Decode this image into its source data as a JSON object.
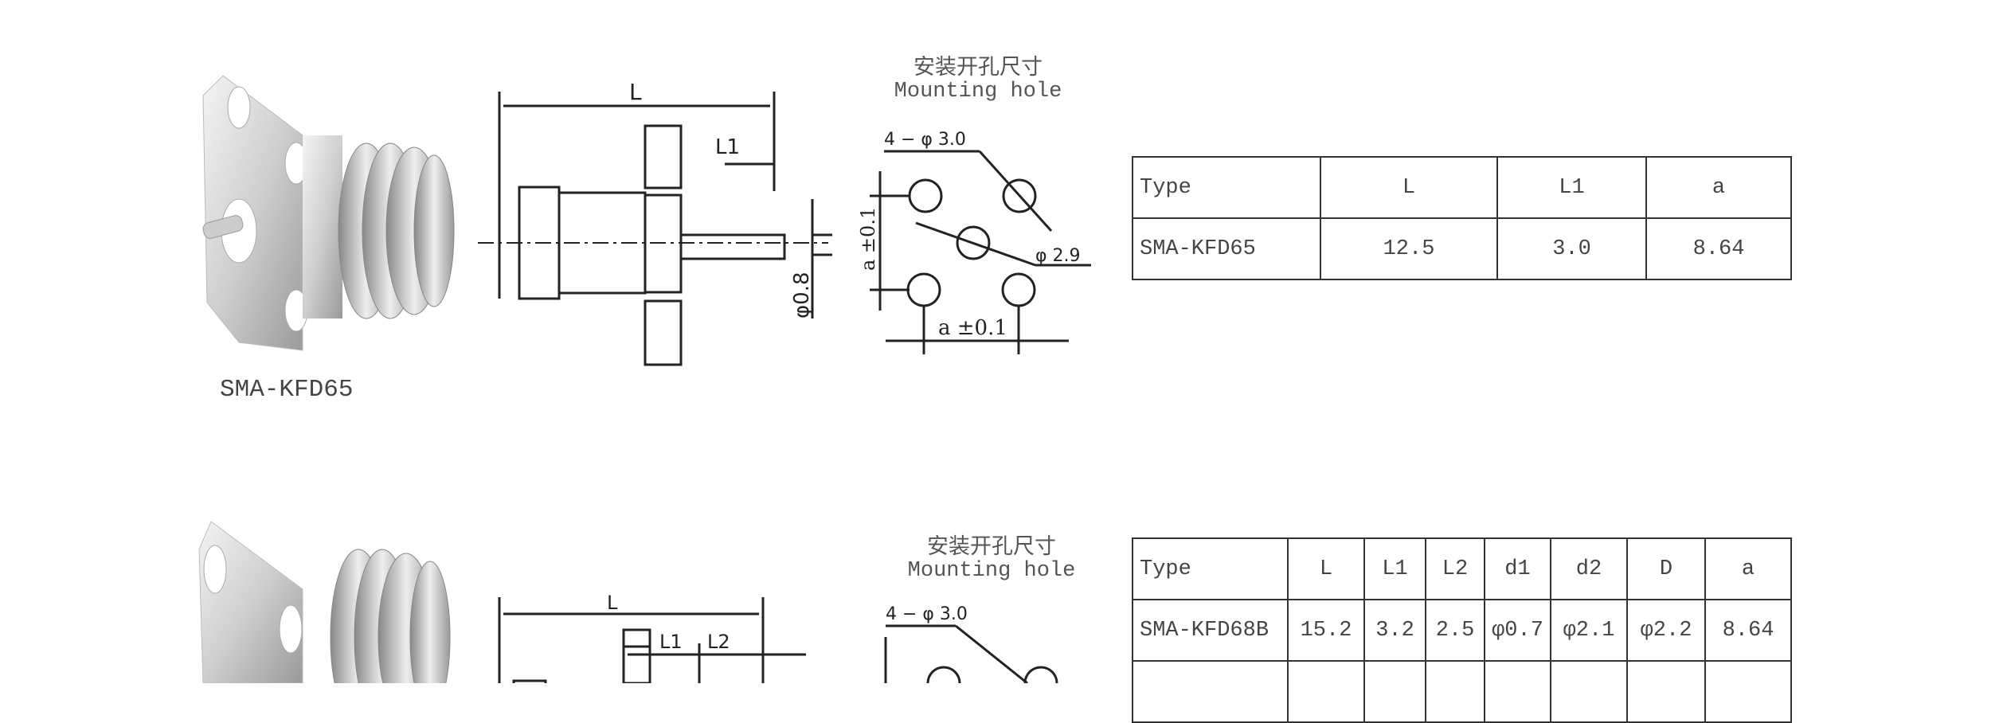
{
  "products": [
    {
      "name": "SMA-KFD65",
      "drawing_labels": {
        "L": "L",
        "L1": "L1",
        "pin": "φ0.8"
      },
      "mounting_hole": {
        "title_cn": "安装开孔尺寸",
        "title_en": "Mounting hole",
        "holes": "4 − φ 3.0",
        "center": "φ 2.9",
        "a_h": "a ±0.1",
        "a_v": "a ±0.1"
      },
      "table": {
        "headers": [
          "Type",
          "L",
          "L1",
          "a"
        ],
        "rows": [
          [
            "SMA-KFD65",
            "12.5",
            "3.0",
            "8.64"
          ]
        ]
      }
    },
    {
      "name": "SMA-KFD68B",
      "drawing_labels": {
        "L": "L",
        "L1": "L1",
        "L2": "L2"
      },
      "mounting_hole": {
        "title_cn": "安装开孔尺寸",
        "title_en": "Mounting hole",
        "holes": "4 − φ 3.0"
      },
      "table": {
        "headers": [
          "Type",
          "L",
          "L1",
          "L2",
          "d1",
          "d2",
          "D",
          "a"
        ],
        "rows": [
          [
            "SMA-KFD68B",
            "15.2",
            "3.2",
            "2.5",
            "φ0.7",
            "φ2.1",
            "φ2.2",
            "8.64"
          ]
        ]
      }
    }
  ]
}
